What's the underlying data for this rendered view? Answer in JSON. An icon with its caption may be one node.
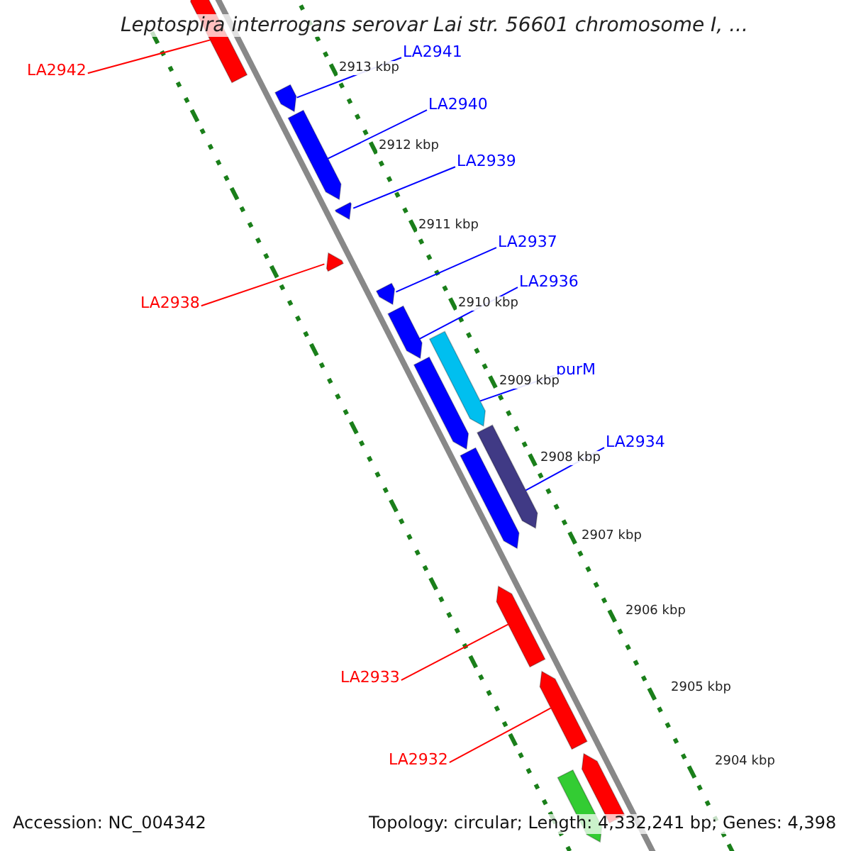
{
  "diagram": {
    "title": "Leptospira interrogans serovar Lai str. 56601 chromosome I, ...",
    "nodes": [
      {
        "text": [
          "LA2942"
        ]
      },
      {
        "text": [],
        "shape": "bar"
      },
      {
        "text": [
          "LA2941"
        ]
      },
      {
        "text": [],
        "shape": "bar"
      },
      {
        "text": [
          "LA2940"
        ]
      },
      {
        "text": [],
        "shape": "bar"
      },
      {
        "text": [
          "LA2939"
        ]
      },
      {
        "text": [],
        "shape": "bar"
      },
      {
        "text": [
          "LA2938"
        ]
      },
      {
        "text": [],
        "shape": "bar"
      },
      {
        "text": [
          "LA2937"
        ]
      },
      {
        "text": [],
        "shape": "bar"
      },
      {
        "text": [
          "LA2936"
        ]
      },
      {
        "text": [],
        "shape": "bar"
      },
      {
        "text": [
          "purM"
        ]
      },
      {
        "text": [],
        "shape": "bar"
      },
      {
        "text": [],
        "shape": "bar"
      },
      {
        "text": [
          "LA2934"
        ]
      },
      {
        "text": [],
        "shape": "bar"
      },
      {
        "text": [],
        "shape": "bar"
      },
      {
        "text": [
          "LA2933"
        ]
      },
      {
        "text": [],
        "shape": "bar"
      },
      {
        "text": [
          "LA2932"
        ]
      },
      {
        "text": [],
        "shape": "bar"
      },
      {
        "text": [],
        "shape": "bar"
      },
      {
        "text": [],
        "shape": "bar"
      }
    ],
    "edges": [
      {
        "from": 0,
        "to": 1,
        "arrow": "none",
        "color": "#ff0000"
      },
      {
        "from": 2,
        "to": 3,
        "arrow": "none"
      },
      {
        "from": 4,
        "to": 5,
        "arrow": "none"
      },
      {
        "from": 6,
        "to": 7,
        "arrow": "none"
      },
      {
        "from": 8,
        "to": 9,
        "arrow": "none",
        "color": "#ff0000"
      },
      {
        "from": 10,
        "to": 11,
        "arrow": "none"
      },
      {
        "from": 12,
        "to": 13,
        "arrow": "none"
      },
      {
        "from": 14,
        "to": 15,
        "arrow": "none"
      },
      {
        "from": 17,
        "to": 18,
        "arrow": "none"
      },
      {
        "from": 20,
        "to": 21,
        "arrow": "none",
        "color": "#ff0000"
      },
      {
        "from": 22,
        "to": 23,
        "arrow": "none",
        "color": "#ff0000"
      }
    ],
    "labels": [
      "2913 kbp",
      "2912 kbp",
      "2911 kbp",
      "2910 kbp",
      "2909 kbp",
      "2908 kbp",
      "2907 kbp",
      "2906 kbp",
      "2905 kbp",
      "2904 kbp",
      "Accession: NC_004342",
      "Topology: circular; Length: 4,332,241 bp; Genes: 4,398"
    ]
  }
}
